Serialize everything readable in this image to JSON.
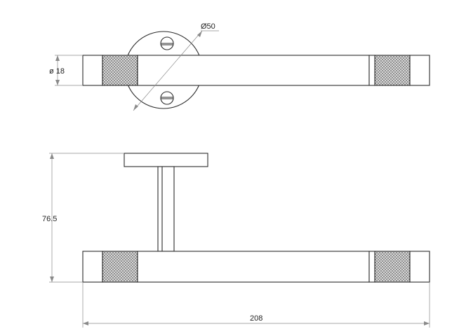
{
  "drawing": {
    "top_view": {
      "flange_diameter_label": "Ø50",
      "bar_diameter_label": "ø 18"
    },
    "side_view": {
      "height_label": "76.5",
      "length_label": "208"
    },
    "colors": {
      "line": "#2a2a2a",
      "dimension": "#8a8a8a",
      "knurl_fill": "#d8d8d8",
      "knurl_dot": "#555555",
      "background": "#ffffff"
    }
  }
}
